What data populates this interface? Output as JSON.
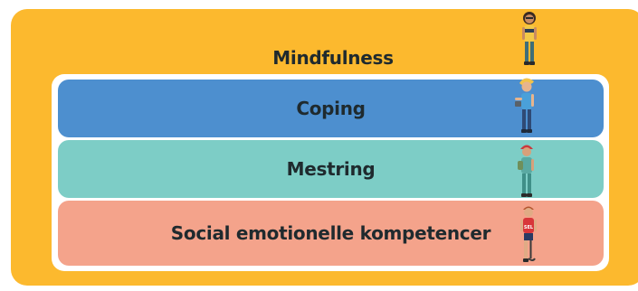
{
  "diagram": {
    "outer_label": "Mindfulness",
    "layers": [
      {
        "label": "Coping",
        "color": "#4d8fcf"
      },
      {
        "label": "Mestring",
        "color": "#7dcdc6"
      },
      {
        "label": "Social emotionelle kompetencer",
        "color": "#f4a38b"
      }
    ],
    "outer_color": "#fcb92e",
    "figure_badge": "SEL"
  }
}
